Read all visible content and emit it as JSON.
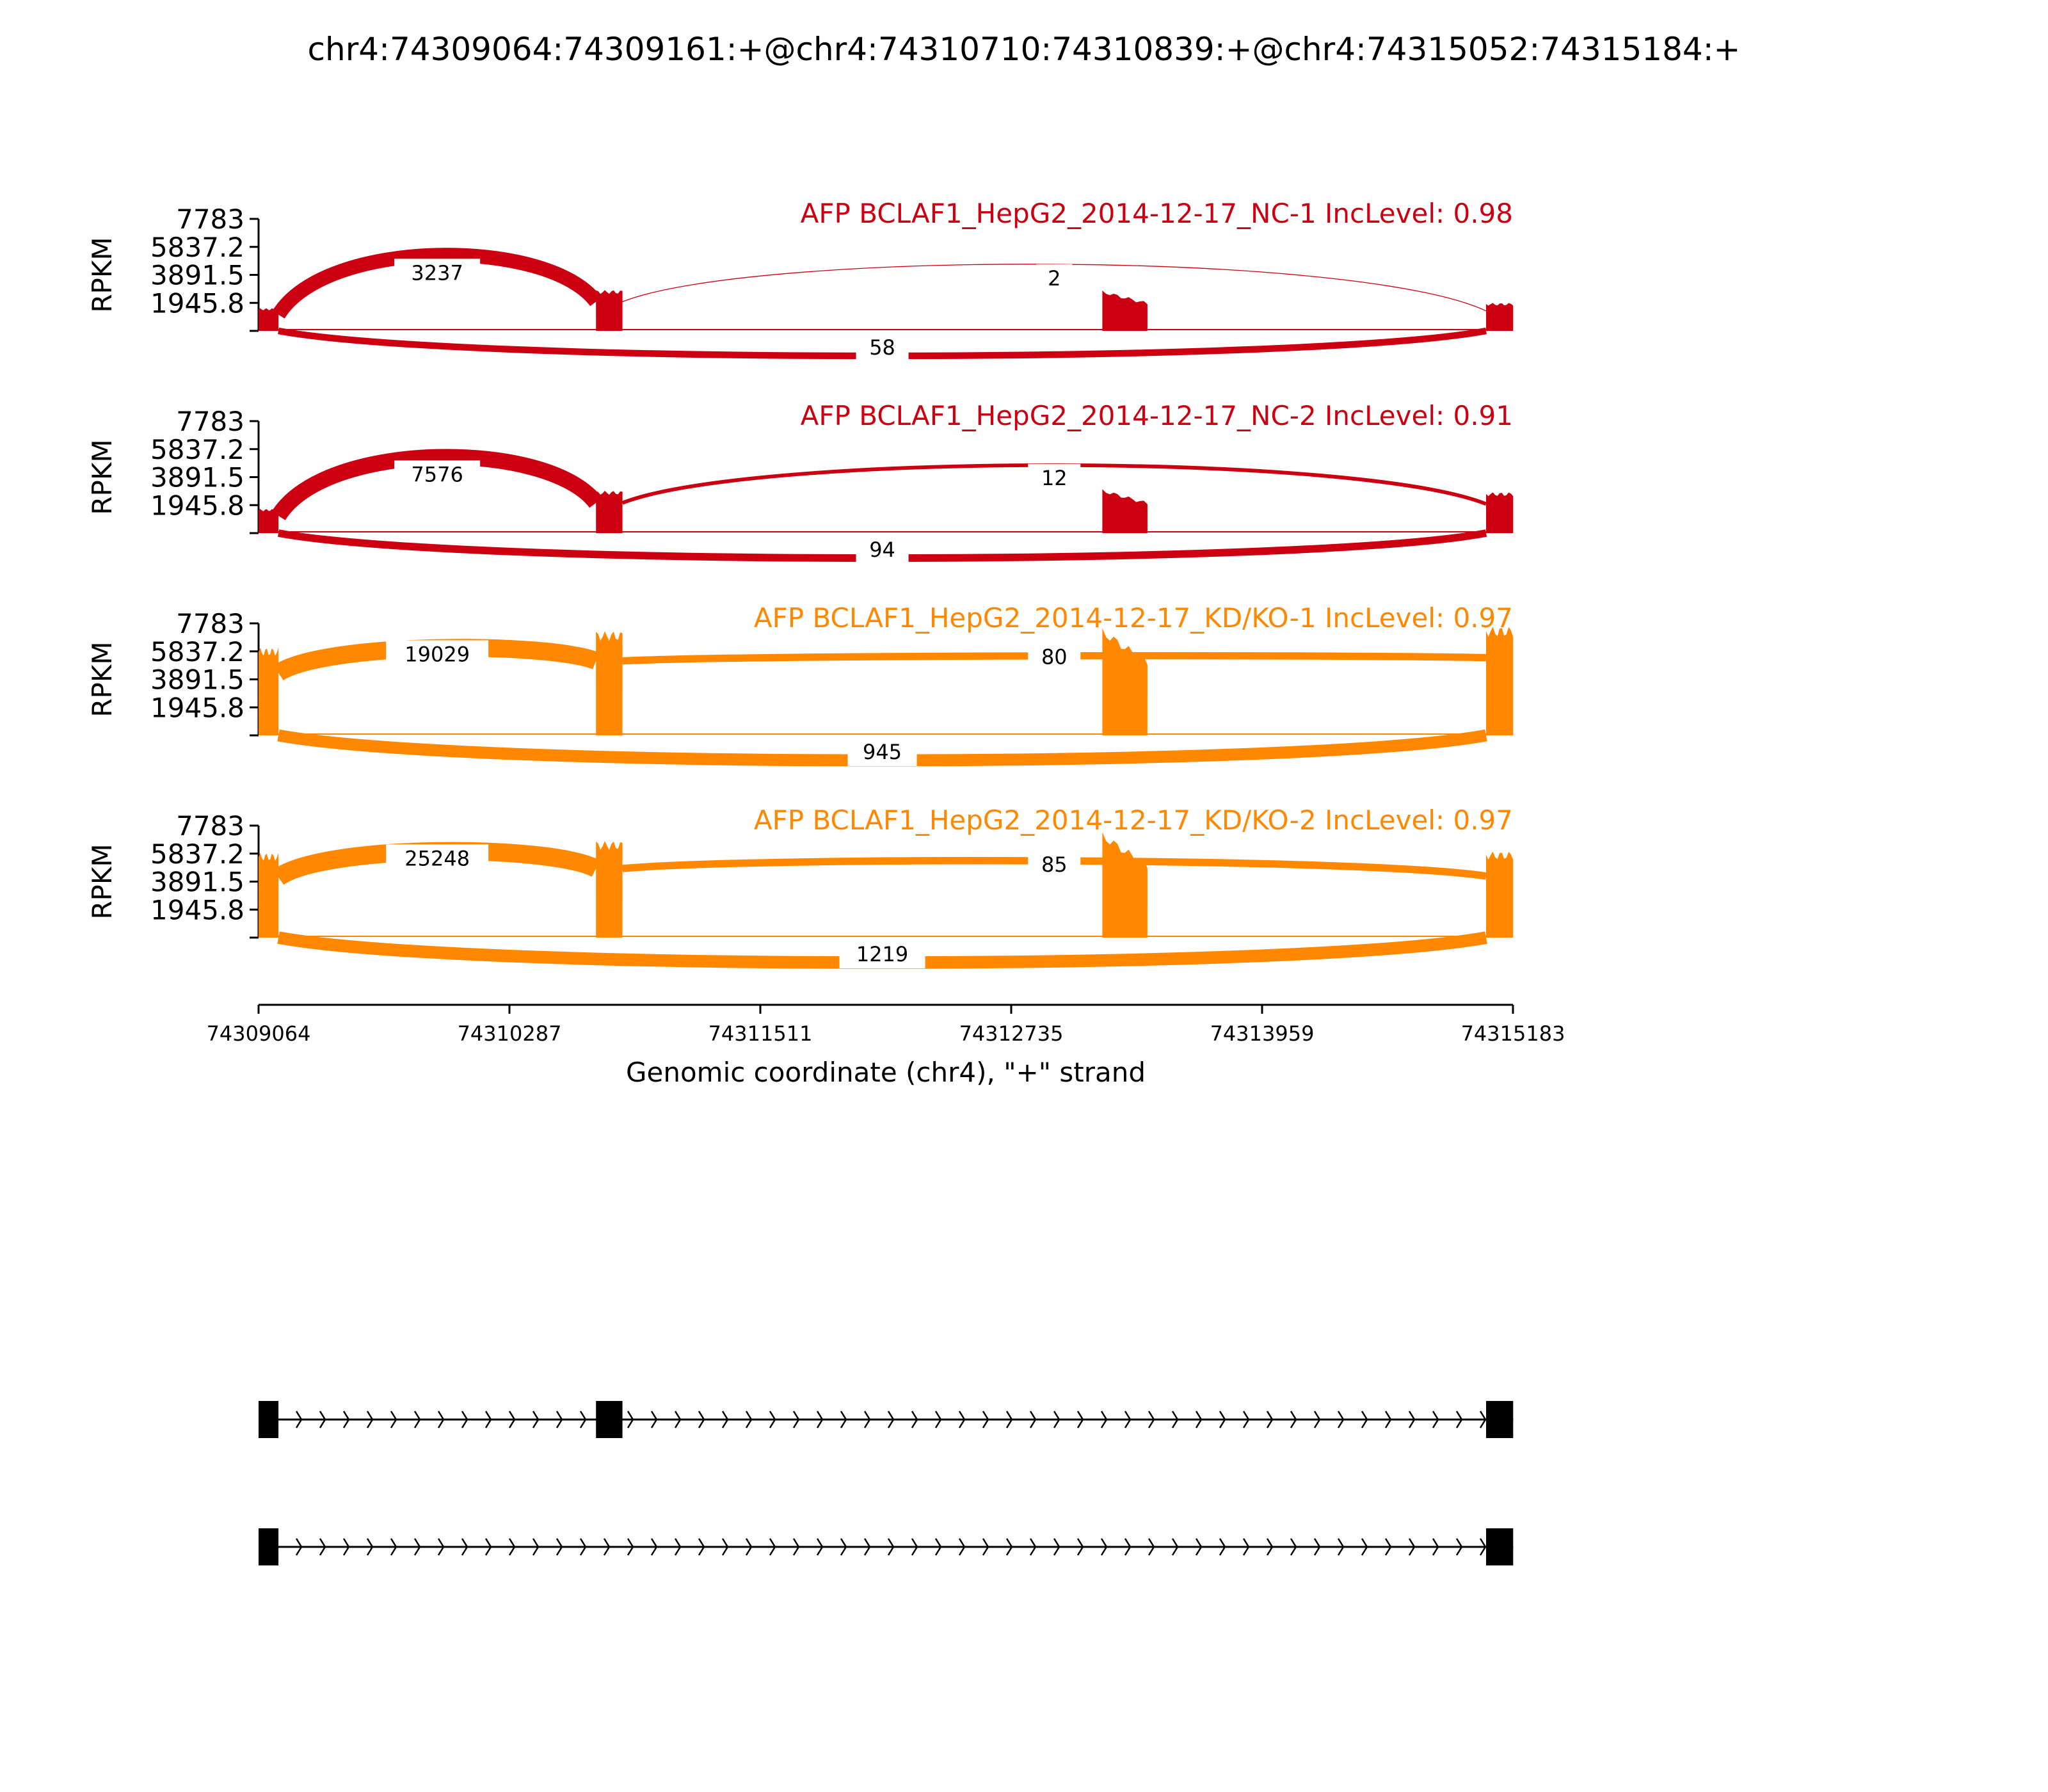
{
  "figure": {
    "title": "chr4:74309064:74309161:+@chr4:74310710:74310839:+@chr4:74315052:74315184:+"
  },
  "chart_data": {
    "type": "area",
    "chart_subtype": "sashimi",
    "xlabel": "Genomic coordinate (chr4), \"+\" strand",
    "xlim": [
      74309064,
      74315183
    ],
    "xticks": [
      "74309064",
      "74310287",
      "74311511",
      "74312735",
      "74313959",
      "74315183"
    ],
    "ylabel": "RPKM",
    "ylim": [
      0,
      7783
    ],
    "yticks": [
      "7783",
      "5837.2",
      "3891.5",
      "1945.8"
    ],
    "grid": false,
    "exons": [
      {
        "start": 74309064,
        "end": 74309161
      },
      {
        "start": 74310710,
        "end": 74310839
      },
      {
        "start": 74313180,
        "end": 74313400
      },
      {
        "start": 74315052,
        "end": 74315184
      }
    ],
    "isoforms": [
      {
        "exons": [
          [
            74309064,
            74309161
          ],
          [
            74310710,
            74310839
          ],
          [
            74315052,
            74315184
          ]
        ]
      },
      {
        "exons": [
          [
            74309064,
            74309161
          ],
          [
            74315052,
            74315184
          ]
        ]
      }
    ],
    "series": [
      {
        "label": "AFP BCLAF1_HepG2_2014-12-17_NC-1 IncLevel: 0.98",
        "color": "#cc0011",
        "coverage": [
          1500,
          2700,
          2300,
          1850
        ],
        "junctions": [
          {
            "from": 74309161,
            "to": 74310710,
            "count": "3237",
            "side": "top"
          },
          {
            "from": 74310839,
            "to": 74315052,
            "count": "2",
            "side": "top"
          },
          {
            "from": 74309161,
            "to": 74315052,
            "count": "58",
            "side": "bottom"
          }
        ]
      },
      {
        "label": "AFP BCLAF1_HepG2_2014-12-17_NC-2 IncLevel: 0.91",
        "color": "#cc0011",
        "coverage": [
          1600,
          2800,
          2500,
          2700
        ],
        "junctions": [
          {
            "from": 74309161,
            "to": 74310710,
            "count": "7576",
            "side": "top"
          },
          {
            "from": 74310839,
            "to": 74315052,
            "count": "12",
            "side": "top"
          },
          {
            "from": 74309161,
            "to": 74315052,
            "count": "94",
            "side": "bottom"
          }
        ]
      },
      {
        "label": "AFP BCLAF1_HepG2_2014-12-17_KD/KO-1 IncLevel: 0.97",
        "color": "#ff8800",
        "coverage": [
          5800,
          6900,
          6100,
          7200
        ],
        "junctions": [
          {
            "from": 74309161,
            "to": 74310710,
            "count": "19029",
            "side": "top"
          },
          {
            "from": 74310839,
            "to": 74315052,
            "count": "80",
            "side": "top"
          },
          {
            "from": 74309161,
            "to": 74315052,
            "count": "945",
            "side": "bottom"
          }
        ]
      },
      {
        "label": "AFP BCLAF1_HepG2_2014-12-17_KD/KO-2 IncLevel: 0.97",
        "color": "#ff8800",
        "coverage": [
          5600,
          6400,
          6000,
          5700
        ],
        "junctions": [
          {
            "from": 74309161,
            "to": 74310710,
            "count": "25248",
            "side": "top"
          },
          {
            "from": 74310839,
            "to": 74315052,
            "count": "85",
            "side": "top"
          },
          {
            "from": 74309161,
            "to": 74315052,
            "count": "1219",
            "side": "bottom"
          }
        ]
      }
    ]
  }
}
